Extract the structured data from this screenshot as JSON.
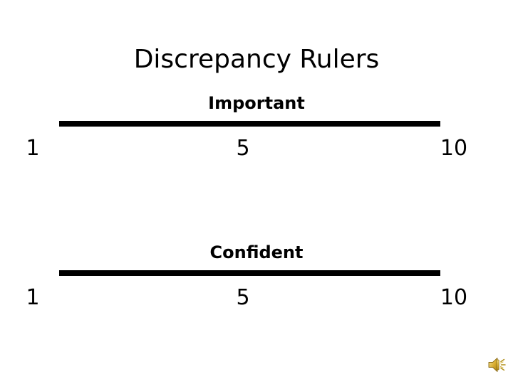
{
  "slide": {
    "title": "Discrepancy Rulers",
    "background_color": "#ffffff",
    "text_color": "#000000"
  },
  "rulers": [
    {
      "label": "Important",
      "bar_color": "#000000",
      "scale": {
        "min": "1",
        "mid": "5",
        "max": "10"
      }
    },
    {
      "label": "Confident",
      "bar_color": "#000000",
      "scale": {
        "min": "1",
        "mid": "5",
        "max": "10"
      }
    }
  ],
  "media": {
    "audio_icon": "speaker-icon",
    "audio_icon_color": "#d6a828"
  }
}
